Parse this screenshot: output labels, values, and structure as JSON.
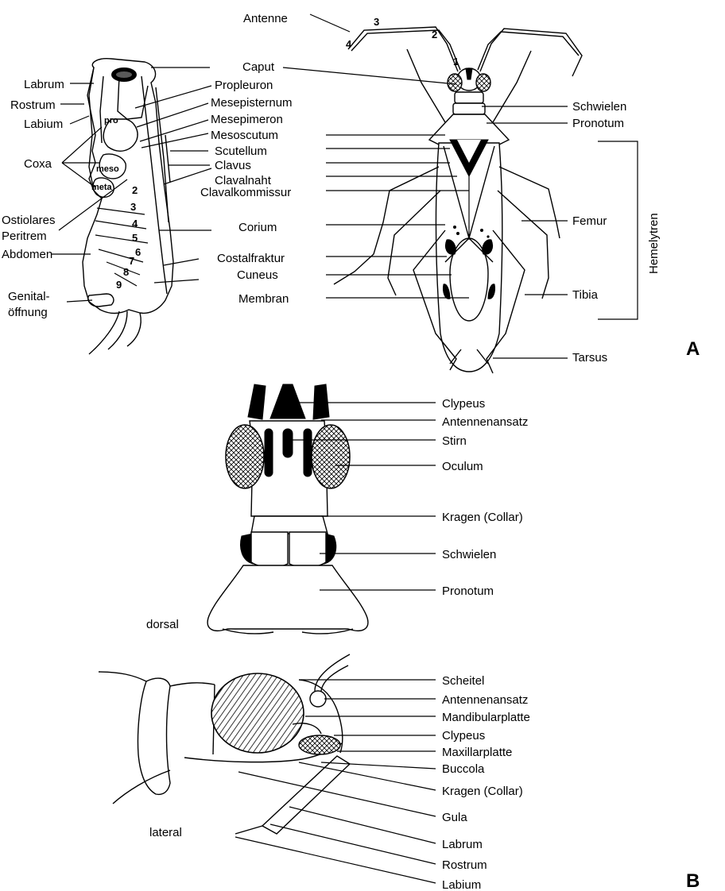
{
  "panel_a": {
    "id": "A",
    "lateral_labels": {
      "labrum": "Labrum",
      "rostrum": "Rostrum",
      "labium": "Labium",
      "coxa": "Coxa",
      "ostiolares": "Ostiolares",
      "peritrem": "Peritrem",
      "abdomen": "Abdomen",
      "genital1": "Genital-",
      "genital2": "öffnung",
      "pro": "pro",
      "meso": "meso",
      "meta": "meta",
      "segments": [
        "2",
        "3",
        "4",
        "5",
        "6",
        "7",
        "8",
        "9"
      ]
    },
    "center_labels": {
      "antenne": "Antenne",
      "caput": "Caput",
      "propleuron": "Propleuron",
      "mesepisternum": "Mesepisternum",
      "mesepimeron": "Mesepimeron",
      "mesoscutum": "Mesoscutum",
      "scutellum": "Scutellum",
      "clavus": "Clavus",
      "clavalnaht": "Clavalnaht",
      "clavalkommissur": "Clavalkommissur",
      "corium": "Corium",
      "costalfraktur": "Costalfraktur",
      "cuneus": "Cuneus",
      "membran": "Membran"
    },
    "antenna_segments": [
      "1",
      "2",
      "3",
      "4"
    ],
    "right_labels": {
      "schwielen": "Schwielen",
      "pronotum": "Pronotum",
      "femur": "Femur",
      "tibia": "Tibia",
      "tarsus": "Tarsus",
      "hemelytren": "Hemelytren"
    }
  },
  "panel_b": {
    "id": "B",
    "dorsal_caption": "dorsal",
    "lateral_caption": "lateral",
    "dorsal_labels": [
      "Clypeus",
      "Antennenansatz",
      "Stirn",
      "Oculum",
      "Kragen (Collar)",
      "Schwielen",
      "Pronotum"
    ],
    "lateral_labels": [
      "Scheitel",
      "Antennenansatz",
      "Mandibularplatte",
      "Clypeus",
      "Maxillarplatte",
      "Buccola",
      "Kragen (Collar)",
      "Gula",
      "Labrum",
      "Rostrum",
      "Labium"
    ]
  }
}
